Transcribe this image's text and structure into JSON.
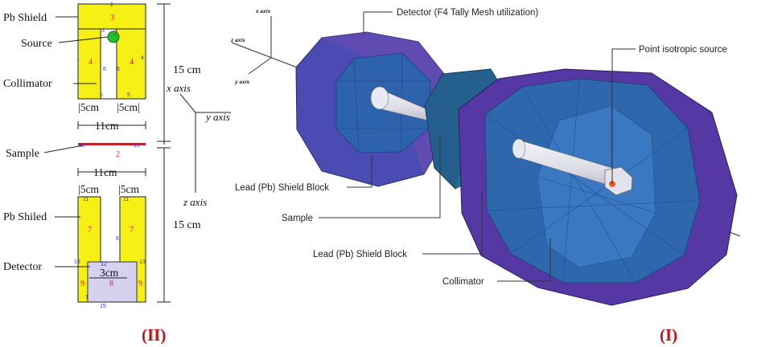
{
  "left_panel": {
    "labels": {
      "pb_shield": "Pb Shield",
      "source": "Source",
      "collimator": "Collimator",
      "sample": "Sample",
      "pb_shiled": "Pb Shiled",
      "detector": "Detector"
    },
    "dimensions": {
      "top_height": "15 cm",
      "bottom_height": "15 cm",
      "top_w5_left": "|5cm",
      "top_w5_right": "|5cm|",
      "top_w11": "11cm",
      "bot_w11": "11cm",
      "bot_w5_left": "|5cm",
      "bot_w5_right": "|5cm",
      "det_w3": "3cm"
    },
    "axes": {
      "x": "x axis",
      "y": "y axis",
      "z": "z axis"
    },
    "cell_numbers": {
      "c3": "3",
      "c2": "2",
      "c4a": "4",
      "c4b": "4",
      "c7a": "7",
      "c7b": "7",
      "c8": "8",
      "c9a": "9",
      "c9b": "9",
      "c2s": "2"
    },
    "surface_numbers": {
      "s2top": "2",
      "s3": "3",
      "s1a": "1",
      "s4": "4",
      "s6a": "6",
      "s6b": "6",
      "s5a": "5",
      "s5b": "5",
      "s16a": "16",
      "s16b": "16",
      "s11a": "11",
      "s11b": "11",
      "s12": "12",
      "s6c": "6",
      "s13a": "13",
      "s13b": "13",
      "s15": "15",
      "s1b": "1"
    },
    "panel_label": "(II)"
  },
  "right_panel": {
    "axes": {
      "x": "x axis",
      "z": "z axis",
      "y": "y axis"
    },
    "callouts": {
      "detector": "Detector (F4 Tally Mesh utilization)",
      "point_source": "Point isotropic source",
      "lead_shield_1": "Lead (Pb) Shield Block",
      "sample": "Sample",
      "lead_shield_2": "Lead (Pb) Shield Block",
      "collimator": "Collimator"
    },
    "colors": {
      "purple": "#5b3fa5",
      "blue": "#3d5fbe",
      "steel": "#2f6aa5",
      "teal": "#1f7c8c",
      "source": "#ff5500"
    },
    "panel_label": "(I)"
  }
}
